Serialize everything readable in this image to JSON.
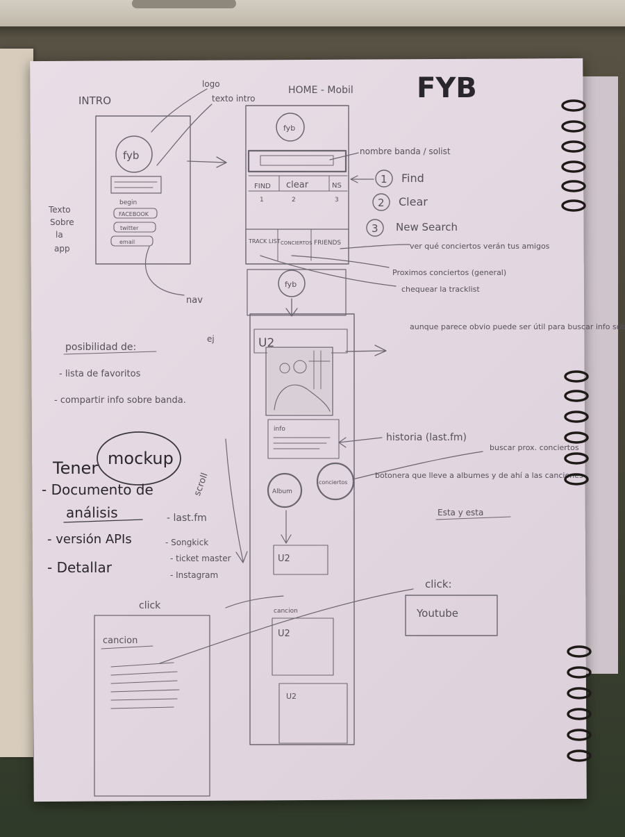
{
  "title": "FYB",
  "intro": {
    "heading": "INTRO",
    "logo": "fyb",
    "annotations": {
      "logo": "logo",
      "texto": "texto intro",
      "side": [
        "Texto",
        "Sobre",
        "la",
        "app"
      ],
      "nav": "nav"
    },
    "buttons": {
      "begin": "begin",
      "facebook": "FACEBOOK",
      "twitter": "twitter",
      "email": "email"
    }
  },
  "home": {
    "heading": "HOME - Mobil",
    "logo": "fyb",
    "search_label": "nombre banda / solist",
    "buttons": [
      {
        "label": "FIND",
        "num": "1"
      },
      {
        "label": "clear",
        "num": "2"
      },
      {
        "label": "NS",
        "num": "3"
      }
    ],
    "legend": [
      {
        "num": "1",
        "text": "Find"
      },
      {
        "num": "2",
        "text": "Clear"
      },
      {
        "num": "3",
        "text": "New Search"
      }
    ],
    "tabs": [
      "TRACK LIST",
      "CONCIERTOS",
      "FRIENDS"
    ],
    "tab_notes": [
      "ver qué conciertos verán tus amigos",
      "Proximos conciertos (general)",
      "chequear la tracklist"
    ]
  },
  "detail": {
    "logo": "fyb",
    "band": "U2",
    "info_label": "info",
    "buttons": [
      "Album",
      "conciertos"
    ],
    "side_notes": [
      "aunque parece obvio puede ser útil para buscar info sobre bandas de las que te han hablado"
    ],
    "historia": "historia (last.fm)",
    "buscar": "buscar prox. conciertos",
    "botonera": "botonera que lleve a albumes y de ahí a las canciones",
    "esta": "Esta y esta",
    "ej": "ej",
    "list_items": [
      "U2",
      "U2",
      "U2"
    ],
    "cancion_label": "cancion"
  },
  "notes": {
    "posibilidad_heading": "posibilidad de:",
    "posibilidad": [
      "- lista de favoritos",
      "- compartir info sobre banda."
    ],
    "tener": "Tener",
    "mockup": "mockup",
    "list": [
      "- Documento de",
      "análisis",
      "- versión APIs",
      "- Detallar"
    ],
    "scroll": "scroll",
    "apis": [
      "- last.fm",
      "- Songkick",
      "- ticket master",
      "- Instagram"
    ],
    "click1": "click",
    "click2": "click:",
    "youtube": "Youtube",
    "cancion": "cancion"
  },
  "colors": {
    "paper": "#e6dae4",
    "pencil": "#5e5863",
    "marker": "#1f1c20"
  }
}
